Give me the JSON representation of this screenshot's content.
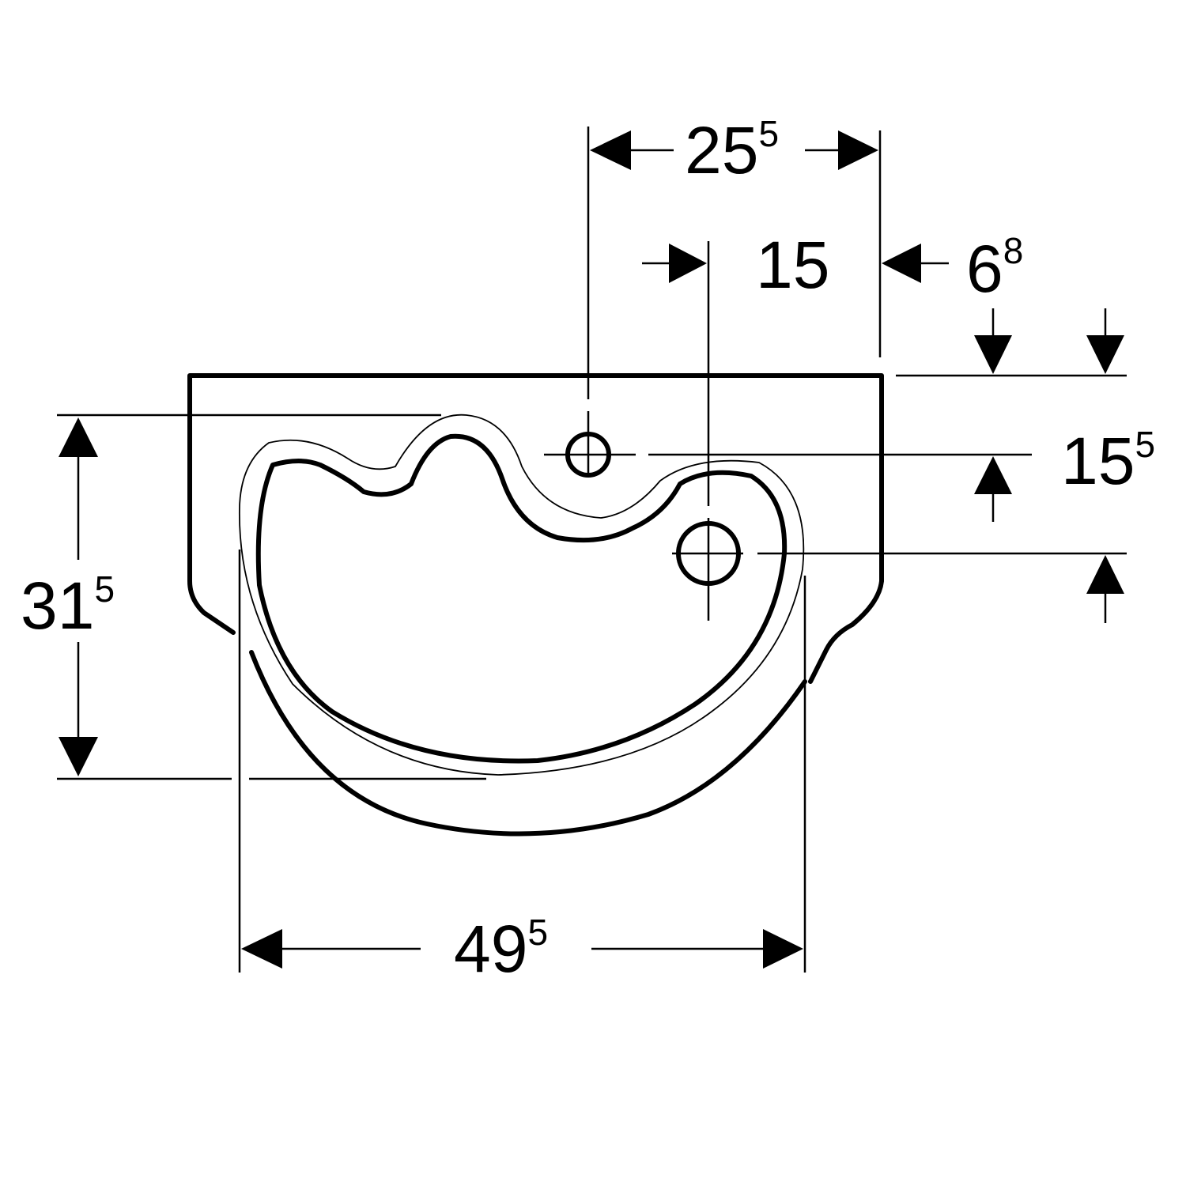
{
  "dimensions": {
    "top_width": {
      "main": "25",
      "sup": "5"
    },
    "tap_offset": {
      "main": "15",
      "sup": ""
    },
    "wall_offset": {
      "main": "6",
      "sup": "8"
    },
    "hole_spacing": {
      "main": "15",
      "sup": "5"
    },
    "depth": {
      "main": "31",
      "sup": "5"
    },
    "bowl_width": {
      "main": "49",
      "sup": "5"
    }
  },
  "colors": {
    "line": "#000000",
    "background": "#ffffff"
  }
}
